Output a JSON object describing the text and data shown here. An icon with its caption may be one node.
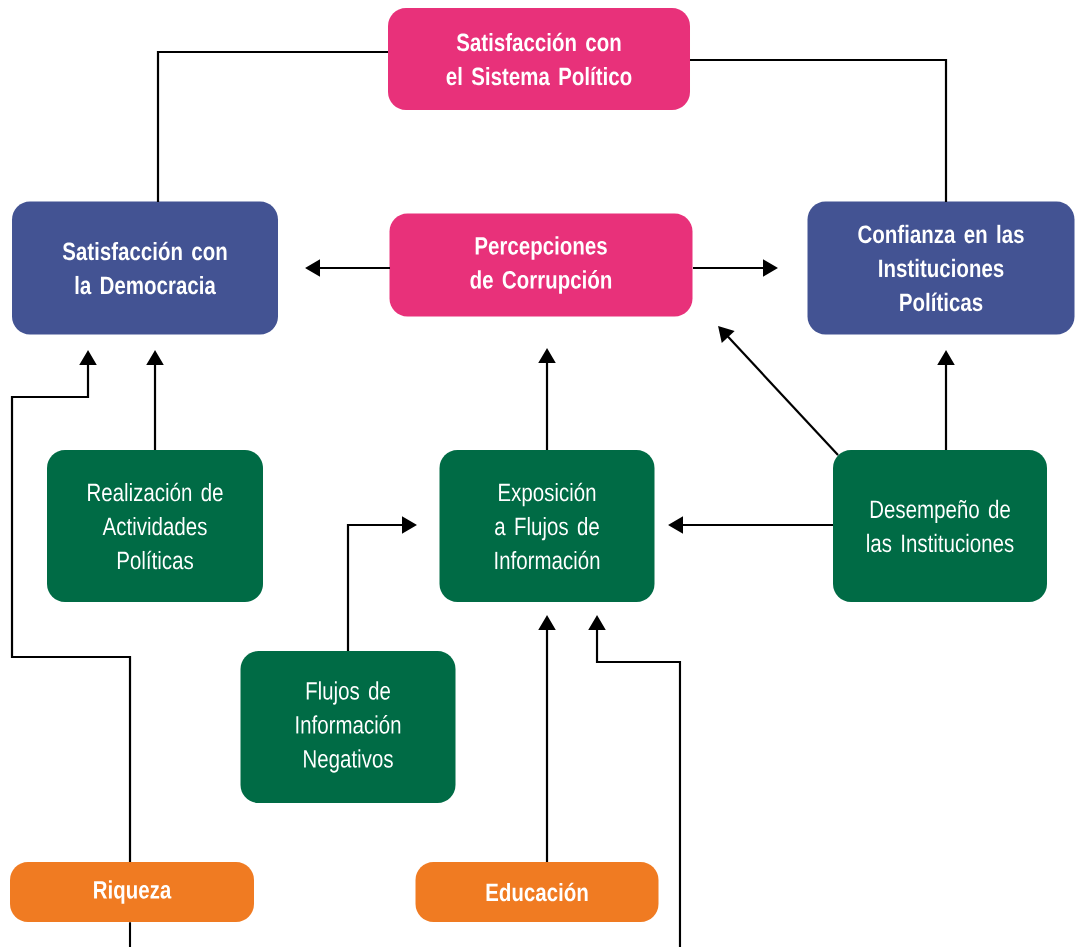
{
  "diagram": {
    "nodes": [
      {
        "text": [
          "Satisfacción con el Sistema Político"
        ]
      },
      {
        "text": [
          "Satisfacción con la Democracia"
        ]
      },
      {
        "text": [
          "Percepciones de Corrupción"
        ]
      },
      {
        "text": [
          "Confianza en las Instituciones Políticas"
        ]
      },
      {
        "text": [
          "Realización de Actividades Políticas"
        ]
      },
      {
        "text": [
          "Exposición a Flujos de Información"
        ]
      },
      {
        "text": [
          "Desempeño de las Instituciones"
        ]
      },
      {
        "text": [
          "Flujos de Información Negativos"
        ]
      },
      {
        "text": [
          "Riqueza"
        ]
      },
      {
        "text": [
          "Educación"
        ]
      }
    ],
    "edges": [
      {
        "from": 0,
        "to": 1,
        "arrow": "none"
      },
      {
        "from": 0,
        "to": 3,
        "arrow": "none"
      },
      {
        "from": 2,
        "to": 1,
        "arrow": "to"
      },
      {
        "from": 2,
        "to": 3,
        "arrow": "to"
      },
      {
        "from": 4,
        "to": 1,
        "arrow": "to"
      },
      {
        "from": 5,
        "to": 2,
        "arrow": "to"
      },
      {
        "from": 6,
        "to": 3,
        "arrow": "to"
      },
      {
        "from": 6,
        "to": 2,
        "arrow": "to"
      },
      {
        "from": 6,
        "to": 5,
        "arrow": "to"
      },
      {
        "from": 7,
        "to": 5,
        "arrow": "to"
      },
      {
        "from": 8,
        "to": 1,
        "arrow": "to"
      },
      {
        "from": 9,
        "to": 5,
        "arrow": "to"
      },
      {
        "from": null,
        "to": 5,
        "arrow": "to"
      }
    ]
  }
}
